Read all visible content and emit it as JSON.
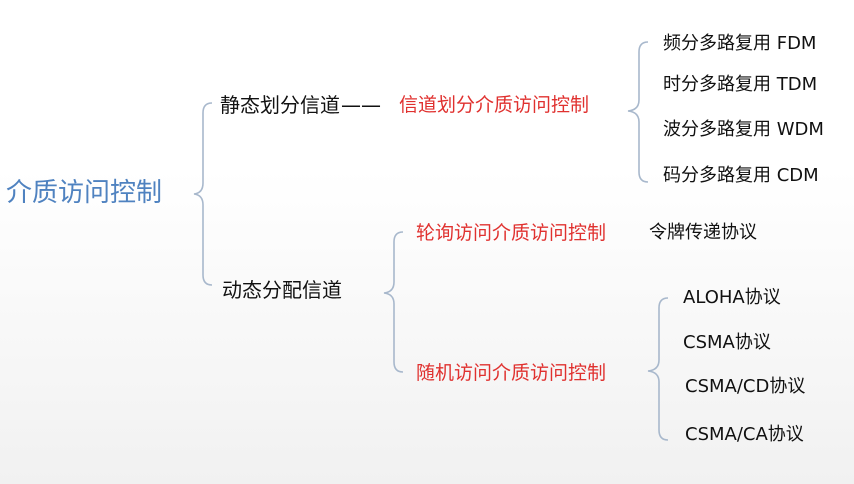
{
  "root": "介质访问控制",
  "static": {
    "label": "静态划分信道",
    "dash": "——",
    "method": "信道划分介质访问控制",
    "items": [
      "频分多路复用 FDM",
      "时分多路复用 TDM",
      "波分多路复用 WDM",
      "码分多路复用 CDM"
    ]
  },
  "dynamic": {
    "label": "动态分配信道",
    "polling": {
      "method": "轮询访问介质访问控制",
      "protocol": "令牌传递协议"
    },
    "random": {
      "method": "随机访问介质访问控制",
      "protocols": [
        "ALOHA协议",
        "CSMA协议",
        "CSMA/CD协议",
        "CSMA/CA协议"
      ]
    }
  },
  "colors": {
    "root": "#4f82c0",
    "red": "#e0312f",
    "bracket": "#a8b8cc"
  }
}
